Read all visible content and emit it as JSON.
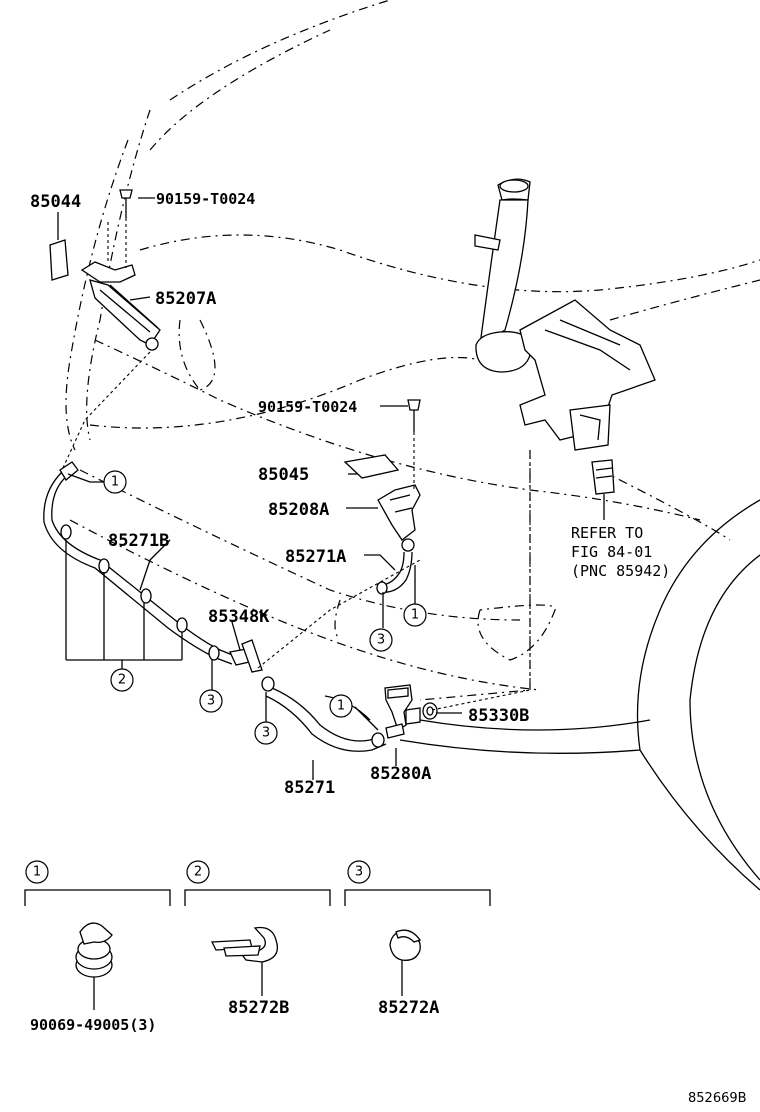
{
  "labels": {
    "p85044": "85044",
    "p90159a": "90159-T0024",
    "p85207A": "85207A",
    "p90159b": "90159-T0024",
    "p85045": "85045",
    "p85208A": "85208A",
    "p85271B": "85271B",
    "p85271A": "85271A",
    "p85348K": "85348K",
    "p85330B": "85330B",
    "p85271": "85271",
    "p85280A": "85280A",
    "p90069": "90069-49005(3)",
    "p85272B": "85272B",
    "p85272A": "85272A"
  },
  "reference": {
    "line1": "REFER TO",
    "line2": "FIG 84-01",
    "line3": "(PNC 85942)"
  },
  "callouts": {
    "c1": "1",
    "c2": "2",
    "c3": "3"
  },
  "diagram_code": "852669B"
}
